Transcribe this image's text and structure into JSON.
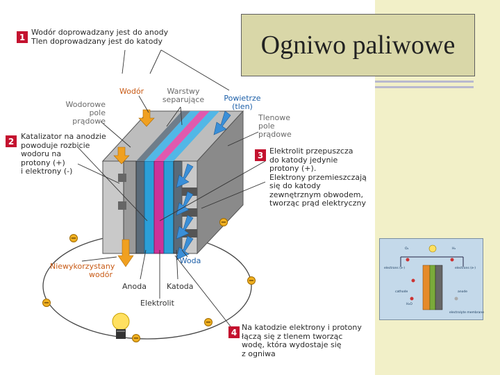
{
  "title": "Ogniwo paliwowe",
  "steps": [
    {
      "num": "1",
      "text": "Wodór doprowadzany jest do anody\nTlen doprowadzany jest do katody"
    },
    {
      "num": "2",
      "text": "Katalizator na anodzie\npowoduje rozbicie\nwodoru na\nprotony (+)\ni elektrony (-)"
    },
    {
      "num": "3",
      "text": "Elektrolit przepuszcza\ndo katody jedynie\nprotony (+).\nElektrony przemieszczają\nsię do katody\nzewnętrznym obwodem,\ntworząc prąd elektryczny"
    },
    {
      "num": "4",
      "text": "Na katodzie elektrony i protony\nłączą się z tlenem tworząc\nwodę, która wydostaje się\nz ogniwa"
    }
  ],
  "labels": {
    "wodor": "Wodór",
    "warstwy": "Warstwy\nseparujące",
    "wodorowe": "Wodorowe\npole\nprądowe",
    "powietrze": "Powietrze\n(tlen)",
    "tlenowe": "Tlenowe\npole\nprądowe",
    "niewykorzystany": "Niewykorzystany\nwodór",
    "woda": "Woda",
    "anoda": "Anoda",
    "katoda": "Katoda",
    "elektrolit": "Elektrolit"
  },
  "minus_sign": "−",
  "thumbnail": {
    "labels": [
      "electrons (e-)",
      "electrons (e-)",
      "cathode",
      "anode",
      "electrolyte membrane",
      "O₂",
      "H₂",
      "H₂O"
    ]
  },
  "colors": {
    "step_badge": "#c4122f",
    "hydrogen_arrow": "#f0a020",
    "air_arrow": "#3a8fd8",
    "electrolyte_blue": "#2b9fd8",
    "electrolyte_magenta": "#cc3399"
  }
}
